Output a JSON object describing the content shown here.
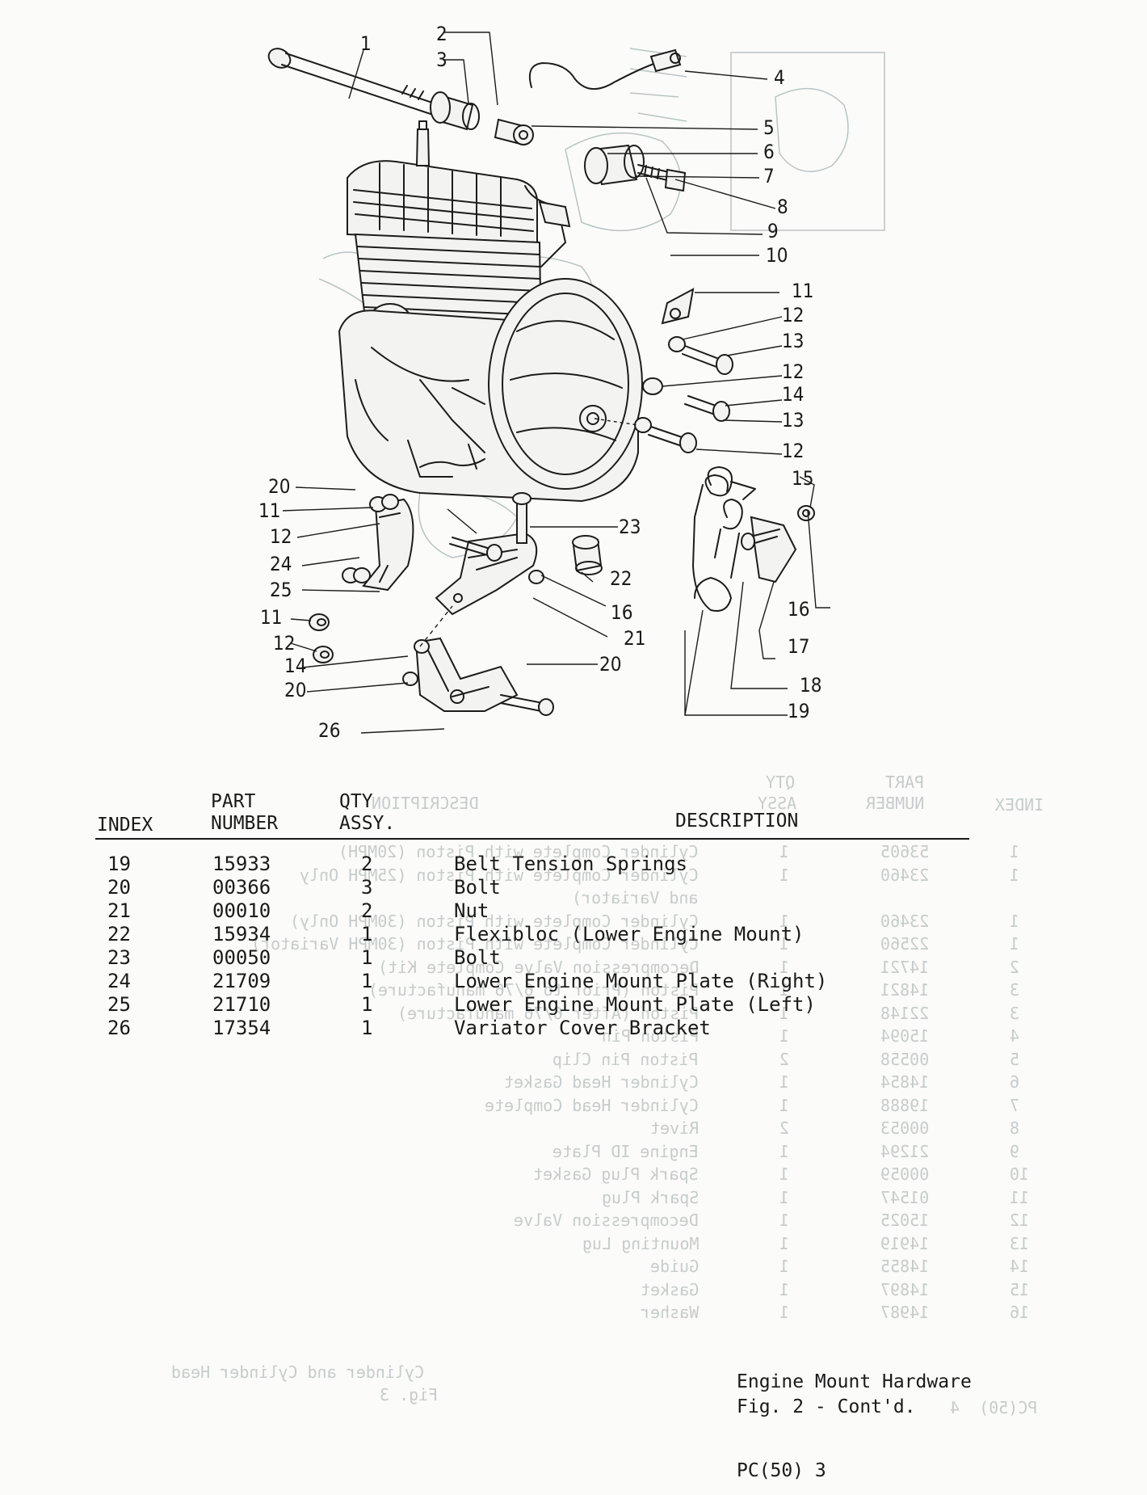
{
  "table": {
    "headers": {
      "index": "INDEX",
      "part_number": [
        "PART",
        "NUMBER"
      ],
      "qty": [
        "QTY",
        "ASSY."
      ],
      "description": "DESCRIPTION"
    },
    "rows": [
      {
        "index": "19",
        "part": "15933",
        "qty": "2",
        "desc": "Belt Tension Springs"
      },
      {
        "index": "20",
        "part": "00366",
        "qty": "3",
        "desc": "Bolt"
      },
      {
        "index": "21",
        "part": "00010",
        "qty": "2",
        "desc": "Nut"
      },
      {
        "index": "22",
        "part": "15934",
        "qty": "1",
        "desc": "Flexibloc (Lower Engine Mount)"
      },
      {
        "index": "23",
        "part": "00050",
        "qty": "1",
        "desc": "Bolt"
      },
      {
        "index": "24",
        "part": "21709",
        "qty": "1",
        "desc": "Lower Engine Mount Plate (Right)"
      },
      {
        "index": "25",
        "part": "21710",
        "qty": "1",
        "desc": "Lower Engine Mount Plate (Left)"
      },
      {
        "index": "26",
        "part": "17354",
        "qty": "1",
        "desc": "Variator Cover Bracket"
      }
    ]
  },
  "footer": {
    "title_line1": "Engine Mount Hardware",
    "title_line2": "Fig. 2 - Cont'd.",
    "page_id": "PC(50)  3"
  },
  "bleed_through": {
    "index_header": "INDEX",
    "part_header": [
      "PART",
      "NUMBER"
    ],
    "qty_header": [
      "QTY",
      "ASSY"
    ],
    "desc_header": "DESCRIPTION",
    "rows": [
      {
        "index": "1",
        "part": "53605",
        "qty": "1",
        "desc": "Cylinder Complete with Piston (20MPH)"
      },
      {
        "index": "1",
        "part": "23460",
        "qty": "1",
        "desc": "Cylinder Complete with Piston (25MPH Only"
      },
      {
        "index": "",
        "part": "",
        "qty": "",
        "desc": "and Variator)"
      },
      {
        "index": "1",
        "part": "23460",
        "qty": "1",
        "desc": "Cylinder Complete with Piston (30MPH Only)"
      },
      {
        "index": "1",
        "part": "22560",
        "qty": "1",
        "desc": "Cylinder Complete with Piston (30MPH Variator)"
      },
      {
        "index": "2",
        "part": "14721",
        "qty": "1",
        "desc": "Decompression Valve Complete Kit)"
      },
      {
        "index": "3",
        "part": "14821",
        "qty": "1",
        "desc": "Piston (Prior to 6/76 manufacture)"
      },
      {
        "index": "3",
        "part": "22148",
        "qty": "1",
        "desc": "Piston (After 6/76 manufacture)"
      },
      {
        "index": "4",
        "part": "15094",
        "qty": "1",
        "desc": "Piston Pin"
      },
      {
        "index": "5",
        "part": "00558",
        "qty": "2",
        "desc": "Piston Pin Clip"
      },
      {
        "index": "6",
        "part": "14854",
        "qty": "1",
        "desc": "Cylinder Head Gasket"
      },
      {
        "index": "7",
        "part": "19888",
        "qty": "1",
        "desc": "Cylinder Head Complete"
      },
      {
        "index": "8",
        "part": "00053",
        "qty": "2",
        "desc": "Rivet"
      },
      {
        "index": "9",
        "part": "21294",
        "qty": "1",
        "desc": "Engine ID Plate"
      },
      {
        "index": "10",
        "part": "00059",
        "qty": "1",
        "desc": "Spark Plug Gasket"
      },
      {
        "index": "11",
        "part": "01547",
        "qty": "1",
        "desc": "Spark Plug"
      },
      {
        "index": "12",
        "part": "15025",
        "qty": "1",
        "desc": "Decompression Valve"
      },
      {
        "index": "13",
        "part": "14919",
        "qty": "1",
        "desc": "Mounting Lug"
      },
      {
        "index": "14",
        "part": "14855",
        "qty": "1",
        "desc": "Guide"
      },
      {
        "index": "15",
        "part": "14897",
        "qty": "1",
        "desc": "Gasket"
      },
      {
        "index": "16",
        "part": "14987",
        "qty": "1",
        "desc": "Washer"
      }
    ],
    "caption_line1": "Cylinder and Cylinder Head",
    "caption_line2": "Fig. 3",
    "page_id": "PC(50)  4"
  },
  "diagram": {
    "callouts": [
      {
        "label": "1",
        "kind": "index"
      },
      {
        "label": "2",
        "kind": "index"
      },
      {
        "label": "3",
        "kind": "index"
      },
      {
        "label": "4",
        "kind": "index"
      },
      {
        "label": "5",
        "kind": "index"
      },
      {
        "label": "6",
        "kind": "index"
      },
      {
        "label": "7",
        "kind": "index"
      },
      {
        "label": "8",
        "kind": "index"
      },
      {
        "label": "9",
        "kind": "index"
      },
      {
        "label": "10",
        "kind": "index"
      },
      {
        "label": "11",
        "kind": "index"
      },
      {
        "label": "12",
        "kind": "index"
      },
      {
        "label": "13",
        "kind": "index"
      },
      {
        "label": "12",
        "kind": "index"
      },
      {
        "label": "14",
        "kind": "index"
      },
      {
        "label": "13",
        "kind": "index"
      },
      {
        "label": "12",
        "kind": "index"
      },
      {
        "label": "15",
        "kind": "index"
      },
      {
        "label": "20",
        "kind": "index"
      },
      {
        "label": "11",
        "kind": "index"
      },
      {
        "label": "12",
        "kind": "index"
      },
      {
        "label": "24",
        "kind": "index"
      },
      {
        "label": "25",
        "kind": "index"
      },
      {
        "label": "23",
        "kind": "index"
      },
      {
        "label": "22",
        "kind": "index"
      },
      {
        "label": "16",
        "kind": "index"
      },
      {
        "label": "21",
        "kind": "index"
      },
      {
        "label": "20",
        "kind": "index"
      },
      {
        "label": "11",
        "kind": "index"
      },
      {
        "label": "12",
        "kind": "index"
      },
      {
        "label": "14",
        "kind": "index"
      },
      {
        "label": "20",
        "kind": "index"
      },
      {
        "label": "26",
        "kind": "index"
      },
      {
        "label": "16",
        "kind": "index"
      },
      {
        "label": "17",
        "kind": "index"
      },
      {
        "label": "18",
        "kind": "index"
      },
      {
        "label": "19",
        "kind": "index"
      }
    ]
  }
}
